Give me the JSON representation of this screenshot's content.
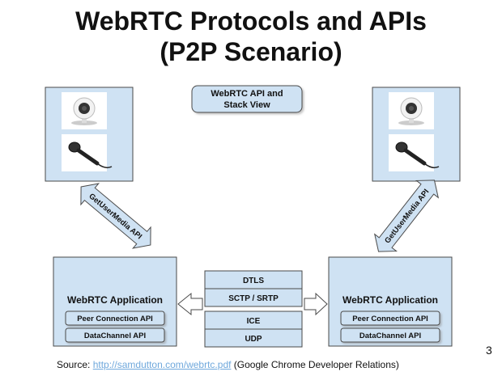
{
  "title_line1": "WebRTC Protocols and APIs",
  "title_line2": "(P2P Scenario)",
  "diagram": {
    "header_box": [
      "WebRTC API and",
      "Stack View"
    ],
    "left_arrow_label": "GetUserMedia API",
    "right_arrow_label": "GetUserMedia API",
    "app_title": "WebRTC Application",
    "peer_connection": "Peer Connection API",
    "datachannel": "DataChannel API",
    "stack": [
      "DTLS",
      "SCTP / SRTP",
      "ICE",
      "UDP"
    ]
  },
  "source": {
    "prefix": "Source: ",
    "link": "http://samdutton.com/webrtc.pdf",
    "suffix": " (Google Chrome Developer Relations)"
  },
  "page_number": "3",
  "colors": {
    "box_fill": "#cfe2f3",
    "box_stroke": "#4a4a4a",
    "link": "#6fa8dc"
  }
}
